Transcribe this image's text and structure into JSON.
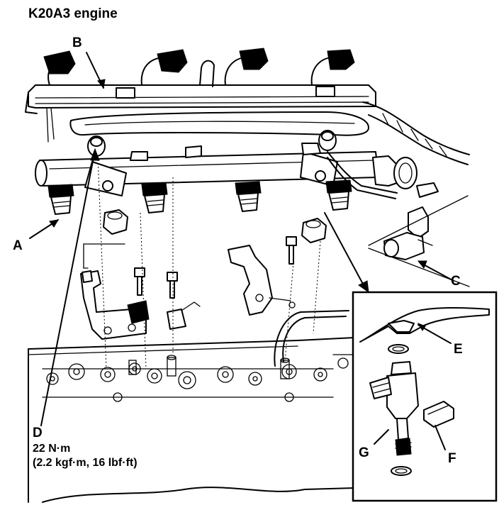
{
  "title": "K20A3 engine",
  "callouts": {
    "a": "A",
    "b": "B",
    "c": "C",
    "d": "D",
    "e": "E",
    "f": "F",
    "g": "G"
  },
  "torque_spec": {
    "line1": "22 N·m",
    "line2": "(2.2 kgf·m, 16 lbf·ft)"
  }
}
